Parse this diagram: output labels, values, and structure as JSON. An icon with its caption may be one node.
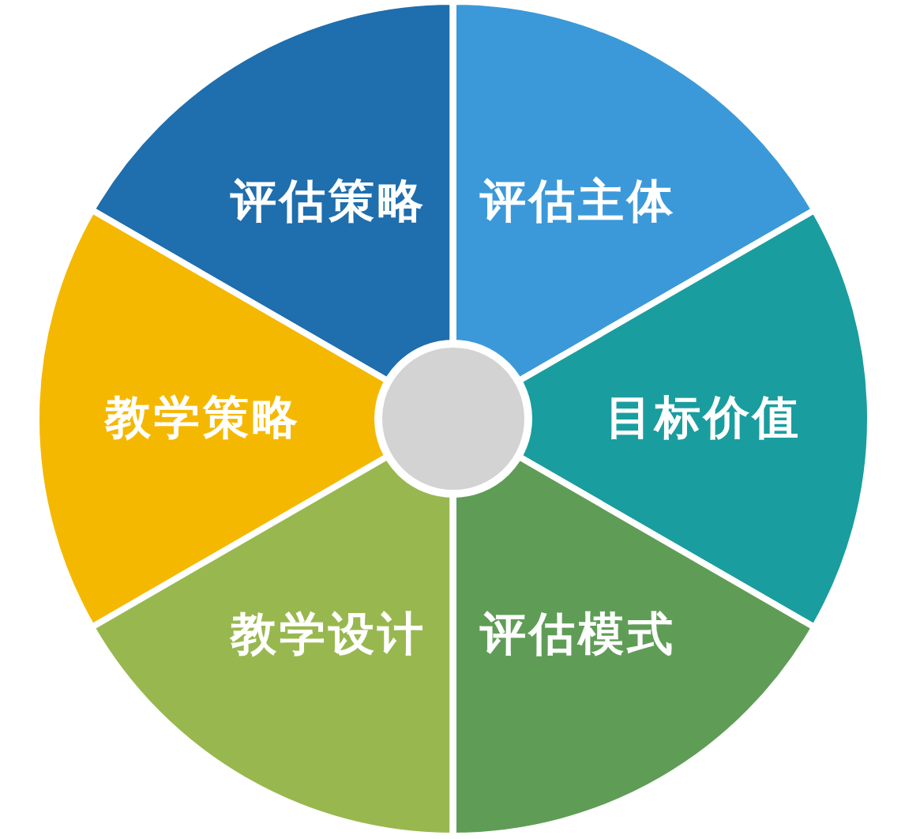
{
  "diagram": {
    "nodes": [
      {
        "text": [
          "评估策略"
        ]
      },
      {
        "text": [
          "评估主体"
        ]
      },
      {
        "text": [
          "教学策略"
        ]
      },
      {
        "text": [
          "目标价值"
        ]
      },
      {
        "text": [
          "教学设计"
        ]
      },
      {
        "text": [
          "评估模式"
        ]
      },
      {
        "text": [],
        "shape": "circle"
      }
    ]
  }
}
